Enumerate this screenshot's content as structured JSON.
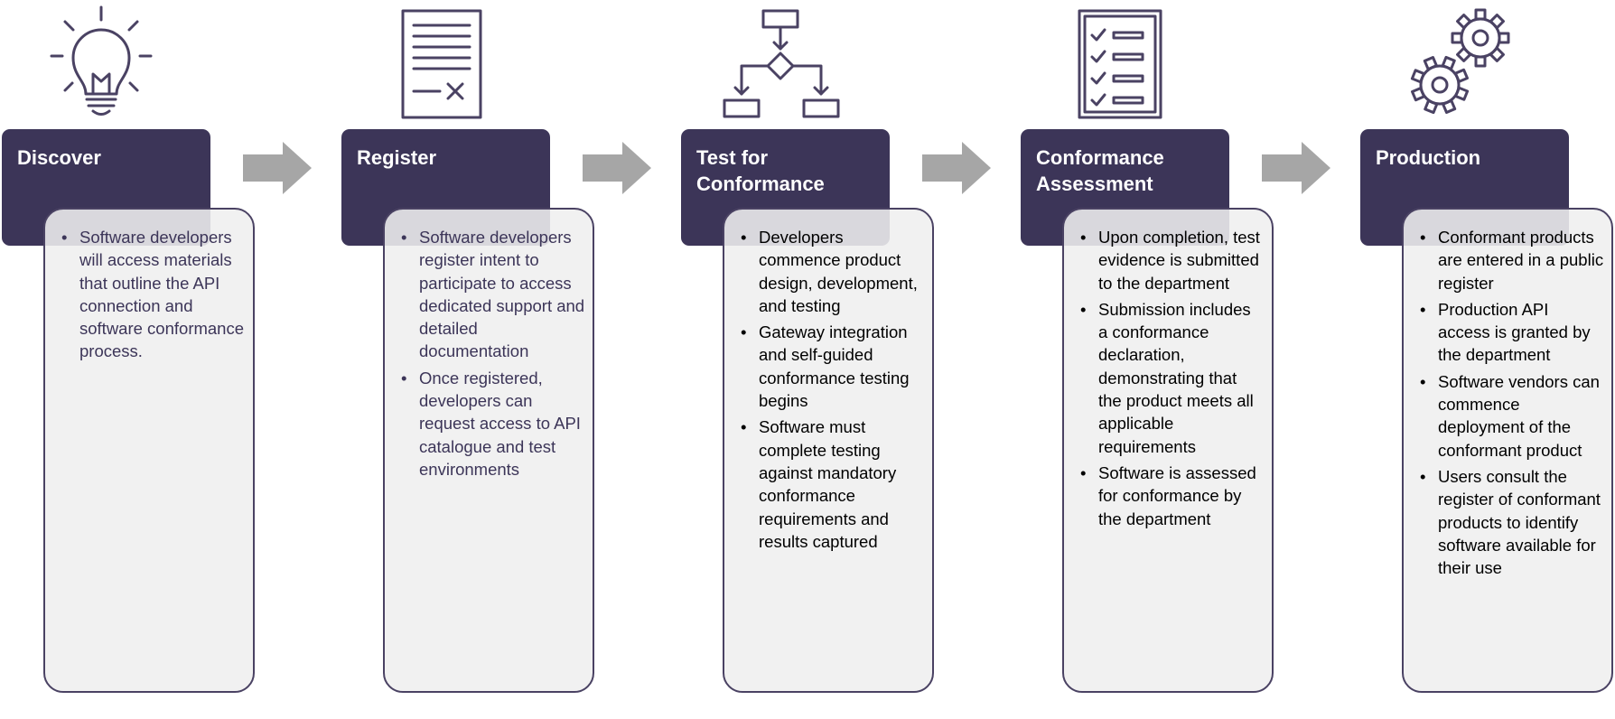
{
  "colors": {
    "header_bg": "#3c3558",
    "card_bg": "#efefef",
    "card_border": "#4a4263",
    "arrow": "#a6a6a6",
    "icon_stroke": "#4a4263"
  },
  "stages": [
    {
      "icon": "lightbulb-icon",
      "title": "Discover",
      "bullets": [
        "Software developers will access materials that outline the API connection and software conformance process."
      ]
    },
    {
      "icon": "document-signature-icon",
      "title": "Register",
      "bullets": [
        "Software developers register intent to participate to access dedicated support and detailed documentation",
        "Once registered, developers can request access to API catalogue and test environments"
      ]
    },
    {
      "icon": "flowchart-icon",
      "title": "Test for\nConformance",
      "bullets": [
        "Developers commence product design, development, and testing",
        "Gateway integration and self-guided conformance testing begins",
        "Software must complete testing against mandatory conformance requirements and results captured"
      ]
    },
    {
      "icon": "checklist-icon",
      "title": "Conformance\nAssessment",
      "bullets": [
        "Upon completion, test evidence is submitted to the department",
        "Submission includes a conformance declaration, demonstrating that the product meets all applicable requirements",
        "Software is assessed for conformance by the department"
      ]
    },
    {
      "icon": "gears-icon",
      "title": "Production",
      "bullets": [
        "Conformant products are entered in a public register",
        "Production API access is granted by the department",
        "Software vendors can commence deployment of the conformant product",
        "Users consult the register of conformant products to identify software available for their use"
      ]
    }
  ]
}
